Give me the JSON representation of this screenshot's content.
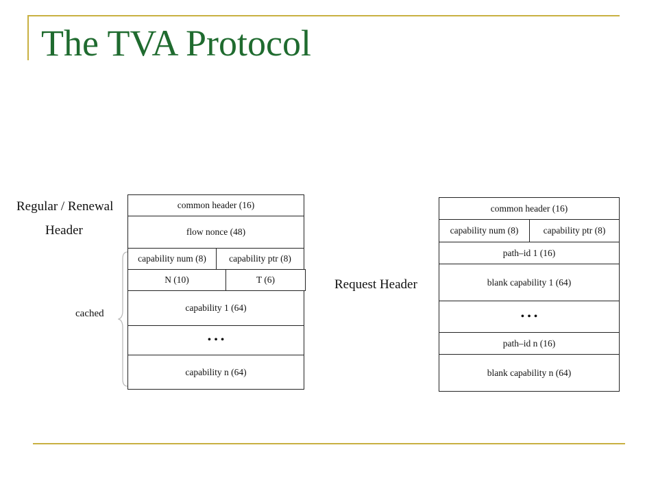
{
  "title": "The TVA Protocol",
  "colors": {
    "title": "#1f6b2f",
    "rule": "#c8b040"
  },
  "regular": {
    "label_line1": "Regular / Renewal",
    "label_line2": "Header",
    "cached_label": "cached",
    "fields": {
      "common_header": "common header (16)",
      "flow_nonce": "flow nonce (48)",
      "capability_num": "capability num (8)",
      "capability_ptr": "capability ptr (8)",
      "n": "N (10)",
      "t": "T (6)",
      "capability_1": "capability 1 (64)",
      "ellipsis": "•   •   •",
      "capability_n": "capability n (64)"
    }
  },
  "request": {
    "label": "Request Header",
    "fields": {
      "common_header": "common header (16)",
      "capability_num": "capability num (8)",
      "capability_ptr": "capability ptr (8)",
      "path_id_1": "path–id 1 (16)",
      "blank_capability_1": "blank capability 1 (64)",
      "ellipsis": "•   •   •",
      "path_id_n": "path–id n (16)",
      "blank_capability_n": "blank capability n (64)"
    }
  }
}
